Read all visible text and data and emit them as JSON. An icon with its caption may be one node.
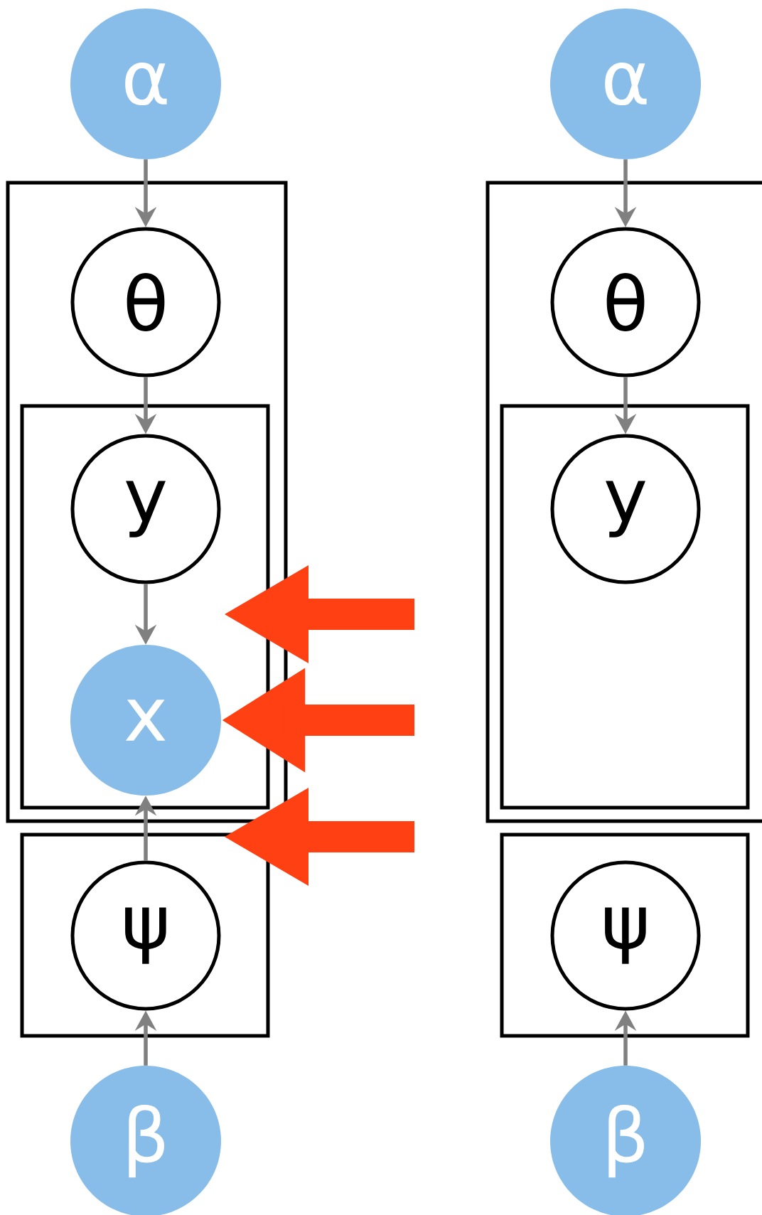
{
  "diagram": {
    "nodes": [
      {
        "text": [
          "α"
        ]
      },
      {
        "text": [],
        "shape": "box"
      },
      {
        "text": [
          "θ"
        ],
        "in": 1
      },
      {
        "text": [],
        "shape": "box",
        "in": 1
      },
      {
        "text": [
          "y"
        ],
        "in": 3
      },
      {
        "text": [
          "x"
        ],
        "in": 3
      },
      {
        "text": [],
        "shape": "box"
      },
      {
        "text": [
          "ψ"
        ],
        "in": 6
      },
      {
        "text": [
          "β"
        ]
      },
      {
        "text": [
          "α"
        ]
      },
      {
        "text": [],
        "shape": "box"
      },
      {
        "text": [
          "θ"
        ],
        "in": 10
      },
      {
        "text": [],
        "shape": "box",
        "in": 10
      },
      {
        "text": [
          "y"
        ],
        "in": 12
      },
      {
        "text": [],
        "shape": "box"
      },
      {
        "text": [
          "ψ"
        ],
        "in": 14
      },
      {
        "text": [
          "β"
        ]
      }
    ],
    "edges": [
      {
        "from": 0,
        "to": 2,
        "arrow": "to"
      },
      {
        "from": 2,
        "to": 4,
        "arrow": "to"
      },
      {
        "from": 4,
        "to": 5,
        "arrow": "to"
      },
      {
        "from": 7,
        "to": 5,
        "arrow": "to"
      },
      {
        "from": 8,
        "to": 7,
        "arrow": "to"
      },
      {
        "from": 9,
        "to": 11,
        "arrow": "to"
      },
      {
        "from": 11,
        "to": 13,
        "arrow": "to"
      },
      {
        "from": 16,
        "to": 15,
        "arrow": "to"
      },
      {
        "from": null,
        "to": 5,
        "arrow": "to",
        "style": "thick",
        "color": "#ff4013"
      }
    ]
  }
}
